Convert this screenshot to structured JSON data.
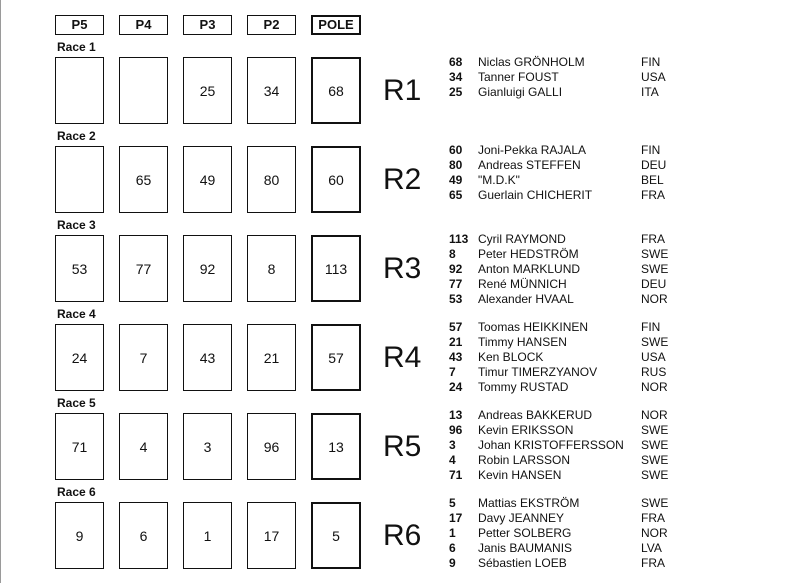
{
  "columns": [
    {
      "label": "P5",
      "cells": [
        "",
        "",
        "53",
        "24",
        "71",
        "9"
      ]
    },
    {
      "label": "P4",
      "cells": [
        "",
        "65",
        "77",
        "7",
        "4",
        "6"
      ]
    },
    {
      "label": "P3",
      "cells": [
        "25",
        "49",
        "92",
        "43",
        "3",
        "1"
      ]
    },
    {
      "label": "P2",
      "cells": [
        "34",
        "80",
        "8",
        "21",
        "96",
        "17"
      ]
    },
    {
      "label": "POLE",
      "cells": [
        "68",
        "60",
        "113",
        "57",
        "13",
        "5"
      ]
    }
  ],
  "races": [
    {
      "label": "Race 1",
      "code": "R1",
      "entries": [
        {
          "number": "68",
          "driver": "Niclas GRÖNHOLM",
          "nation": "FIN"
        },
        {
          "number": "34",
          "driver": "Tanner FOUST",
          "nation": "USA"
        },
        {
          "number": "25",
          "driver": "Gianluigi GALLI",
          "nation": "ITA"
        }
      ]
    },
    {
      "label": "Race 2",
      "code": "R2",
      "entries": [
        {
          "number": "60",
          "driver": "Joni-Pekka RAJALA",
          "nation": "FIN"
        },
        {
          "number": "80",
          "driver": "Andreas STEFFEN",
          "nation": "DEU"
        },
        {
          "number": "49",
          "driver": "\"M.D.K\"",
          "nation": "BEL"
        },
        {
          "number": "65",
          "driver": "Guerlain CHICHERIT",
          "nation": "FRA"
        }
      ]
    },
    {
      "label": "Race 3",
      "code": "R3",
      "entries": [
        {
          "number": "113",
          "driver": "Cyril RAYMOND",
          "nation": "FRA"
        },
        {
          "number": "8",
          "driver": "Peter HEDSTRÖM",
          "nation": "SWE"
        },
        {
          "number": "92",
          "driver": "Anton MARKLUND",
          "nation": "SWE"
        },
        {
          "number": "77",
          "driver": "René MÜNNICH",
          "nation": "DEU"
        },
        {
          "number": "53",
          "driver": "Alexander HVAAL",
          "nation": "NOR"
        }
      ]
    },
    {
      "label": "Race 4",
      "code": "R4",
      "entries": [
        {
          "number": "57",
          "driver": "Toomas HEIKKINEN",
          "nation": "FIN"
        },
        {
          "number": "21",
          "driver": "Timmy HANSEN",
          "nation": "SWE"
        },
        {
          "number": "43",
          "driver": "Ken BLOCK",
          "nation": "USA"
        },
        {
          "number": "7",
          "driver": "Timur TIMERZYANOV",
          "nation": "RUS"
        },
        {
          "number": "24",
          "driver": "Tommy RUSTAD",
          "nation": "NOR"
        }
      ]
    },
    {
      "label": "Race 5",
      "code": "R5",
      "entries": [
        {
          "number": "13",
          "driver": "Andreas BAKKERUD",
          "nation": "NOR"
        },
        {
          "number": "96",
          "driver": "Kevin ERIKSSON",
          "nation": "SWE"
        },
        {
          "number": "3",
          "driver": "Johan KRISTOFFERSSON",
          "nation": "SWE"
        },
        {
          "number": "4",
          "driver": "Robin LARSSON",
          "nation": "SWE"
        },
        {
          "number": "71",
          "driver": "Kevin HANSEN",
          "nation": "SWE"
        }
      ]
    },
    {
      "label": "Race 6",
      "code": "R6",
      "entries": [
        {
          "number": "5",
          "driver": "Mattias EKSTRÖM",
          "nation": "SWE"
        },
        {
          "number": "17",
          "driver": "Davy JEANNEY",
          "nation": "FRA"
        },
        {
          "number": "1",
          "driver": "Petter SOLBERG",
          "nation": "NOR"
        },
        {
          "number": "6",
          "driver": "Janis BAUMANIS",
          "nation": "LVA"
        },
        {
          "number": "9",
          "driver": "Sébastien LOEB",
          "nation": "FRA"
        }
      ]
    }
  ]
}
